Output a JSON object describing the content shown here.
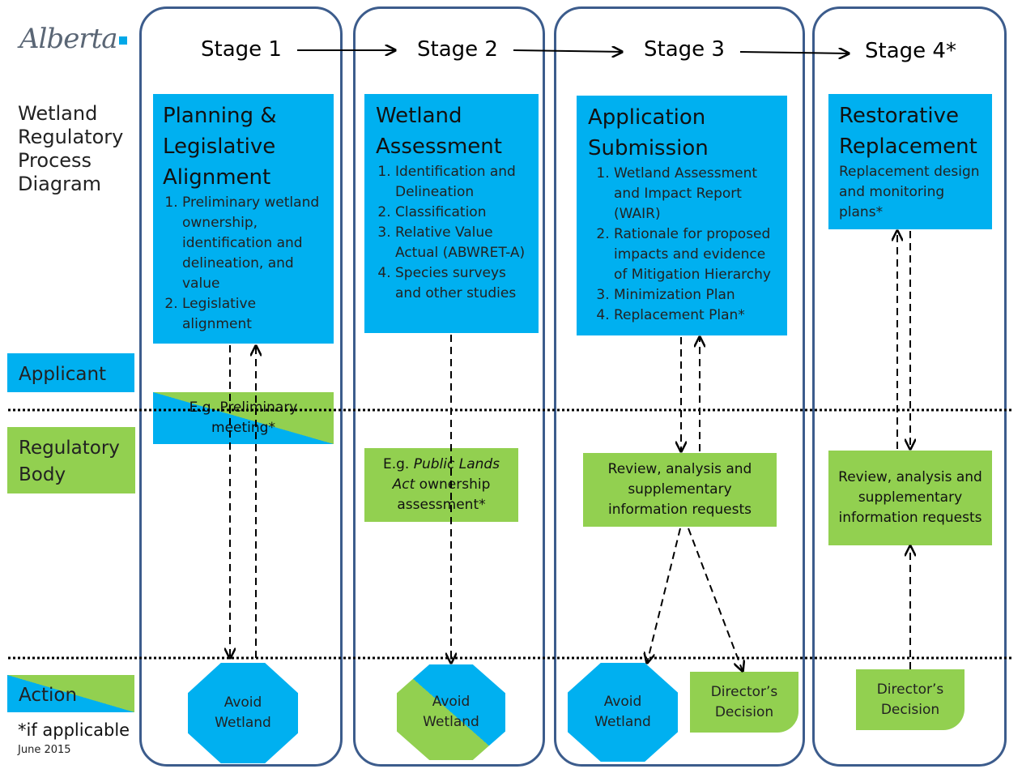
{
  "logo": {
    "text": "Alberta"
  },
  "title": "Wetland Regulatory Process Diagram",
  "stages": [
    "Stage 1",
    "Stage 2",
    "Stage 3",
    "Stage 4*"
  ],
  "legend": {
    "applicant": "Applicant",
    "regulatory": "Regulatory Body",
    "action": "Action"
  },
  "footnote": "*if applicable",
  "date": "June 2015",
  "colors": {
    "blue": "#00b0f0",
    "green": "#92d050",
    "lane_border": "#3c5c8c"
  },
  "stage1": {
    "heading": "Planning & Legislative Alignment",
    "items": [
      "Preliminary wetland ownership, identification and delineation, and value",
      "Legislative alignment"
    ],
    "meeting": "E.g. Preliminary meeting*",
    "action": "Avoid Wetland"
  },
  "stage2": {
    "heading": "Wetland Assessment",
    "items": [
      "Identification and Delineation",
      "Classification",
      "Relative Value Actual (ABWRET-A)",
      "Species surveys and other studies"
    ],
    "review_prefix": "E.g. ",
    "review_italic": "Public Lands Act",
    "review_suffix": " ownership assessment*",
    "action": "Avoid Wetland"
  },
  "stage3": {
    "heading": "Application Submission",
    "items": [
      "Wetland Assessment and Impact Report (WAIR)",
      "Rationale for proposed impacts and evidence of Mitigation Hierarchy",
      "Minimization Plan",
      "Replacement Plan*"
    ],
    "review": "Review, analysis and supplementary information requests",
    "action_avoid": "Avoid Wetland",
    "action_decision": "Director’s Decision"
  },
  "stage4": {
    "heading": "Restorative Replacement",
    "text": "Replacement design and monitoring plans*",
    "review": "Review, analysis and supplementary information requests",
    "action_decision": "Director’s Decision"
  }
}
